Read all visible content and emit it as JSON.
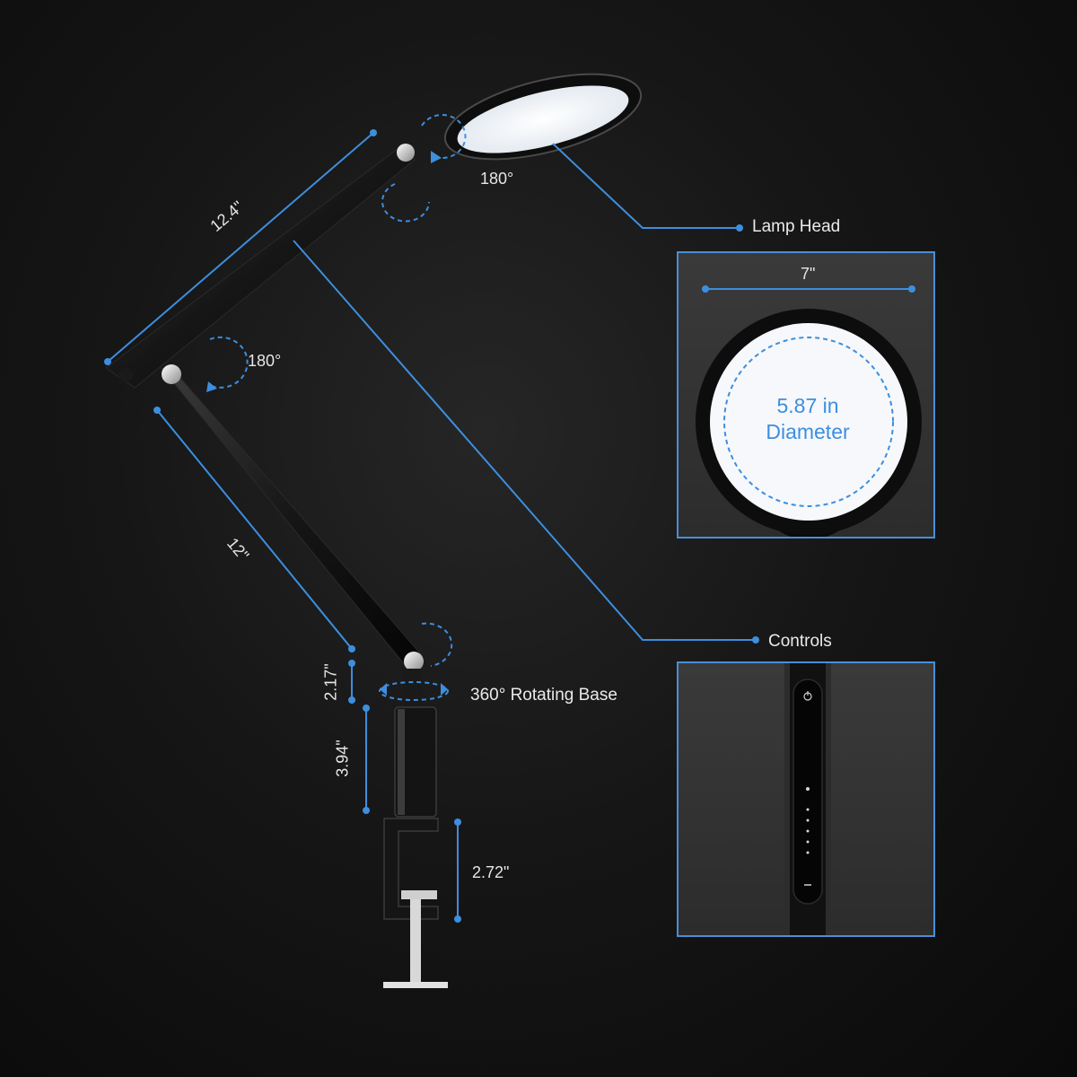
{
  "labels": {
    "lamp_head": "Lamp Head",
    "controls": "Controls",
    "rotating_base": "360° Rotating Base",
    "rotation_head": "180°",
    "rotation_elbow": "180°"
  },
  "dimensions": {
    "upper_arm": "12.4\"",
    "lower_arm": "12\"",
    "joint_height": "2.17\"",
    "column_height": "3.94\"",
    "clamp_opening": "2.72\"",
    "head_width": "7\"",
    "diameter_line1": "5.87 in",
    "diameter_line2": "Diameter"
  },
  "colors": {
    "accent": "#3d8ede",
    "background": "#141414",
    "text": "#eaeaea"
  },
  "icons": [
    "power-icon",
    "brightness-dots-icon",
    "minus-icon"
  ]
}
